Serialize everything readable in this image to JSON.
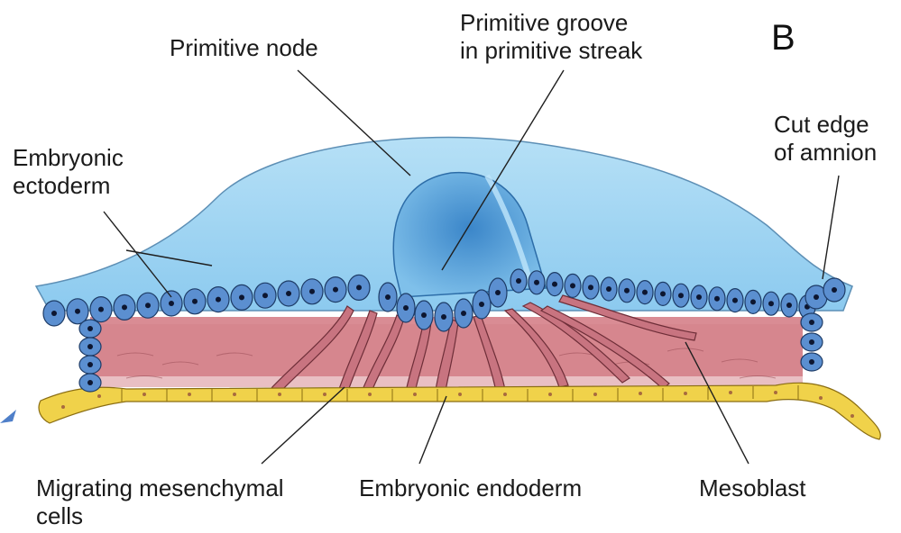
{
  "figure": {
    "panel_letter": "B",
    "colors": {
      "amnion_blue": "#9fd3f1",
      "ectoderm_cell": "#5b8fd0",
      "mesoderm_pink": "#d98c94",
      "endoderm_yellow": "#f0d24a",
      "nucleus": "#0d1630"
    }
  },
  "labels": {
    "primitive_node": [
      "Primitive node"
    ],
    "primitive_groove": [
      "Primitive groove",
      "in primitive streak"
    ],
    "embryonic_ectoderm": [
      "Embryonic",
      "ectoderm"
    ],
    "cut_edge_amnion": [
      "Cut edge",
      "of amnion"
    ],
    "migrating_mesenchymal": [
      "Migrating mesenchymal",
      "cells"
    ],
    "embryonic_endoderm": [
      "Embryonic endoderm"
    ],
    "mesoblast": [
      "Mesoblast"
    ]
  }
}
